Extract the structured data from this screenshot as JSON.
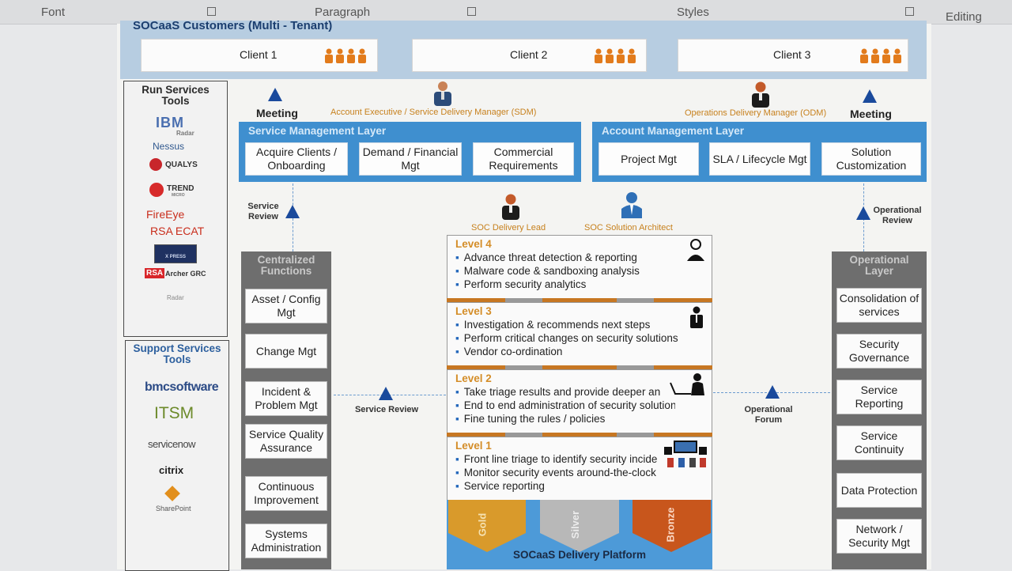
{
  "ribbon": {
    "font": "Font",
    "paragraph": "Paragraph",
    "styles": "Styles",
    "editing": "Editing"
  },
  "diagram": {
    "title": "SOCaaS Customers (Multi - Tenant)",
    "clients": [
      "Client 1",
      "Client 2",
      "Client 3"
    ],
    "run_services": {
      "title": "Run Services Tools",
      "logos": [
        "IBM",
        "Radar",
        "Nessus",
        "QUALYS",
        "TREND",
        "MICRO",
        "FireEye",
        "RSA ECAT",
        "X PRESS",
        "RSA",
        "Archer GRC",
        "Radar"
      ]
    },
    "support_services": {
      "title": "Support Services Tools",
      "logos": [
        "bmcsoftware",
        "ITSM",
        "servicenow",
        "citrix",
        "SharePoint"
      ]
    },
    "meeting_left": "Meeting",
    "meeting_right": "Meeting",
    "ae_sdm": "Account Executive / Service Delivery Manager (SDM)",
    "odm": "Operations Delivery Manager (ODM)",
    "service_mgmt": {
      "title": "Service Management Layer",
      "items": [
        "Acquire Clients / Onboarding",
        "Demand / Financial Mgt",
        "Commercial Requirements"
      ]
    },
    "account_mgmt": {
      "title": "Account Management Layer",
      "items": [
        "Project Mgt",
        "SLA / Lifecycle Mgt",
        "Solution Customization"
      ]
    },
    "service_review_top": "Service Review",
    "operational_review": "Operational Review",
    "soc_delivery_lead": "SOC Delivery Lead",
    "soc_solution_architect": "SOC Solution Architect",
    "centralized": {
      "title": "Centralized Functions",
      "items": [
        "Asset / Config Mgt",
        "Change Mgt",
        "Incident & Problem Mgt",
        "Service Quality Assurance",
        "Continuous Improvement",
        "Systems Administration"
      ]
    },
    "operational_layer": {
      "title": "Operational Layer",
      "items": [
        "Consolidation of services",
        "Security Governance",
        "Service Reporting",
        "Service Continuity",
        "Data Protection",
        "Network / Security Mgt"
      ]
    },
    "service_review_mid": "Service Review",
    "operational_forum": "Operational Forum",
    "levels": [
      {
        "title": "Level 4",
        "items": [
          "Advance threat detection & reporting",
          "Malware code & sandboxing analysis",
          "Perform security analytics"
        ]
      },
      {
        "title": "Level 3",
        "items": [
          "Investigation & recommends next steps",
          "Perform critical changes on security solutions",
          "Vendor co-ordination"
        ]
      },
      {
        "title": "Level 2",
        "items": [
          "Take triage results and provide deeper an",
          "End to end administration of security solutions",
          "Fine tuning the rules / policies"
        ]
      },
      {
        "title": "Level 1",
        "items": [
          "Front line triage to identify security incide",
          "Monitor security events around-the-clock",
          "Service reporting"
        ]
      }
    ],
    "tiers": [
      "Gold",
      "Silver",
      "Bronze"
    ],
    "platform": "SOCaaS Delivery Platform"
  },
  "colors": {
    "blue_layer": "#3f8fcf",
    "band": "#b7cde1",
    "gray_column": "#6e6e6e",
    "orange": "#d48d28",
    "gold": "#d99a2b",
    "silver": "#b8b8b8",
    "bronze": "#c8561c"
  }
}
